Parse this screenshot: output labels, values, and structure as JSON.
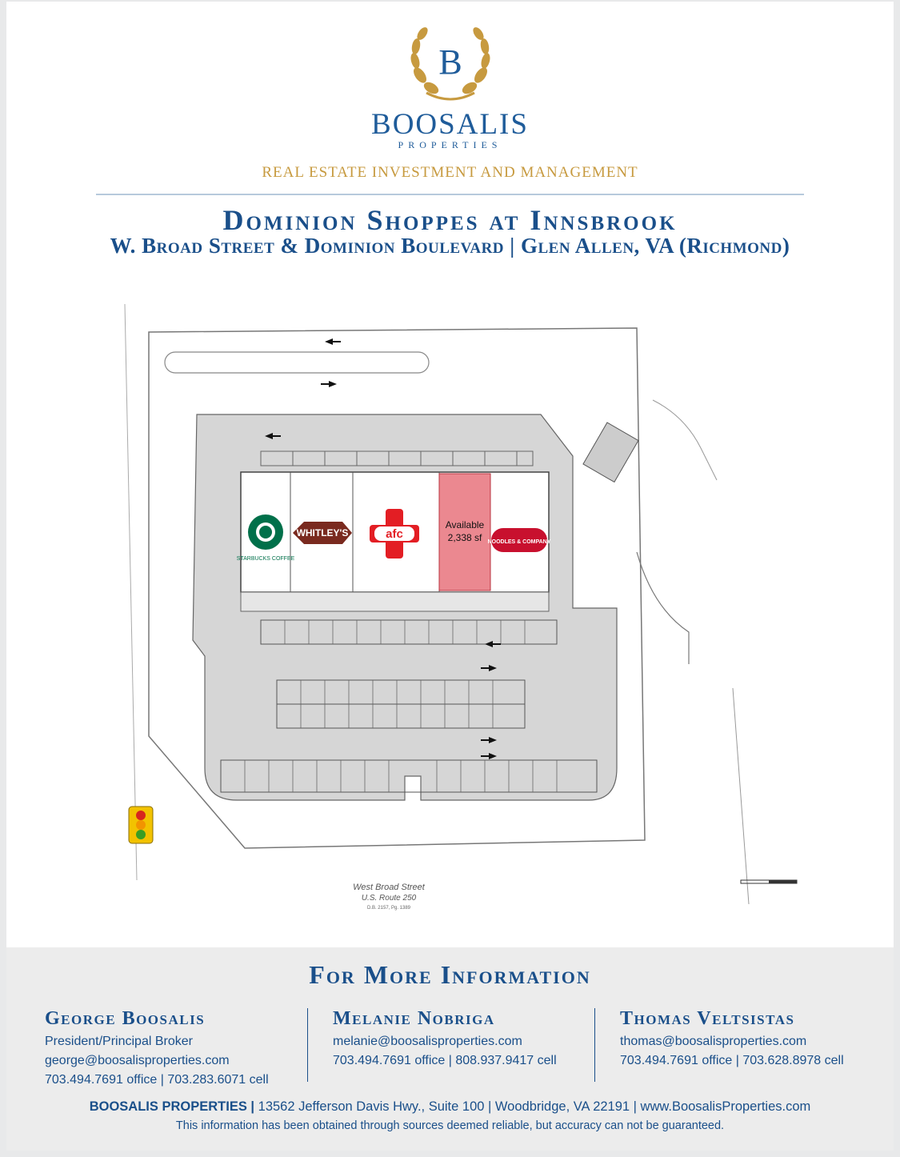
{
  "header": {
    "logo_letter": "B",
    "brand_name": "BOOSALIS",
    "brand_sub": "PROPERTIES",
    "tagline": "REAL ESTATE INVESTMENT AND MANAGEMENT"
  },
  "title": "Dominion Shoppes at Innsbrook",
  "subtitle": "W. Broad Street & Dominion Boulevard | Glen Allen, VA (Richmond)",
  "site_plan": {
    "tenants": [
      {
        "name": "STARBUCKS COFFEE"
      },
      {
        "name": "WHITLEY'S"
      },
      {
        "name": "afc"
      },
      {
        "name": "NOODLES & COMPANY"
      }
    ],
    "available_label": "Available",
    "available_size": "2,338 sf",
    "available_color": "#e8737c",
    "street_name": "West Broad Street",
    "street_route": "U.S. Route 250",
    "street_ref": "D.B. 2157, Pg. 1389"
  },
  "footer": {
    "heading": "For More Information",
    "contacts": [
      {
        "name": "George Boosalis",
        "role": "President/Principal Broker",
        "email": "george@boosalisproperties.com",
        "phones": "703.494.7691 office | 703.283.6071 cell"
      },
      {
        "name": "Melanie Nobriga",
        "email": "melanie@boosalisproperties.com",
        "phones": "703.494.7691 office | 808.937.9417 cell"
      },
      {
        "name": "Thomas Veltsistas",
        "email": "thomas@boosalisproperties.com",
        "phones": "703.494.7691 office | 703.628.8978 cell"
      }
    ],
    "company": "BOOSALIS PROPERTIES |",
    "address": "13562 Jefferson Davis Hwy., Suite 100  |  Woodbridge, VA 22191  |  www.BoosalisProperties.com",
    "disclaimer": "This information has been obtained through sources deemed reliable, but accuracy can not be guaranteed."
  }
}
